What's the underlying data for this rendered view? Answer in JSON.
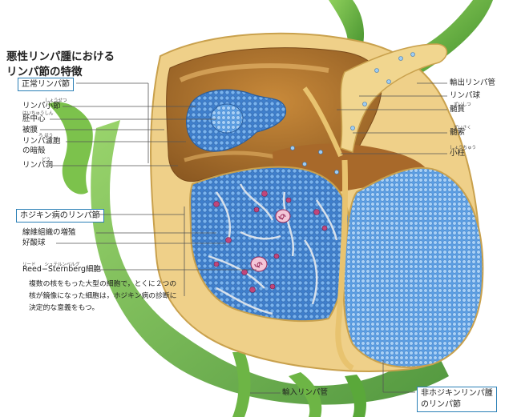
{
  "title_line1": "悪性リンパ腫における",
  "title_line2": "リンパ節の特徴",
  "section_normal": "正常リンパ節",
  "section_hodgkin": "ホジキン病のリンパ節",
  "section_nonhodgkin_line1": "非ホジキンリンパ腫",
  "section_nonhodgkin_line2": "のリンパ節",
  "left_labels": {
    "lymph_follicle": "リンパ小節",
    "germinal_center": "胚中心",
    "capsule": "被膜",
    "filtration_1": "リンパ濾胞",
    "filtration_2": "の暗殻",
    "lymph_sinus": "リンパ洞",
    "fibrous_growth": "線維組織の増殖",
    "eosinophil": "好酸球",
    "reed_sternberg": "Reed−Sternberg細胞"
  },
  "right_labels": {
    "efferent_vessel": "輸出リンパ管",
    "lymphocyte": "リンパ球",
    "medulla": "髄質",
    "medullary_cord": "髄索",
    "trabecula": "小柱"
  },
  "bottom_labels": {
    "afferent_vessel": "輸入リンパ管"
  },
  "ruby": {
    "lymph_follicle": "しょうせつ",
    "germinal_center": "はいちゅうしん",
    "filtration": "ろ ほう",
    "lymph_sinus": "どう",
    "medulla": "ずいしつ",
    "medullary_cord": "ずいさく",
    "trabecula": "しょうちゅう",
    "reed_sternberg": "リード　　シュテルンベルグ"
  },
  "description": "複数の核をもった大型の細胞で，とくに２つの核が鏡像になった細胞は，ホジキン病の診断に決定的な意義をもつ。",
  "colors": {
    "capsule": "#e9c46a",
    "cortex": "#b9782e",
    "cortex_light": "#d99a44",
    "blue_cells": "#4a8fd8",
    "pale_blue": "#8cc0ef",
    "green_tissue": "#6bb84a",
    "label_line": "#555555",
    "box_border": "#2a7fb6",
    "eosinophil": "#c0467a"
  }
}
